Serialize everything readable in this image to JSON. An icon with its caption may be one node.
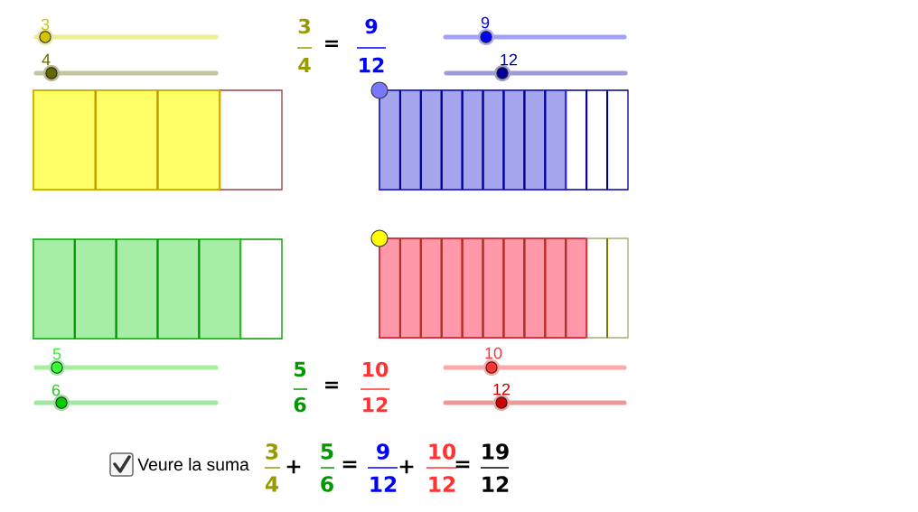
{
  "diagram": {
    "labels": [
      "3",
      "4",
      "3",
      "4",
      "=",
      "9",
      "12",
      "9",
      "12",
      "5",
      "6",
      "5",
      "6",
      "=",
      "10",
      "12",
      "10",
      "12",
      "Veure la suma",
      "3",
      "4",
      "+",
      "5",
      "6",
      "=",
      "9",
      "12",
      "+",
      "10",
      "12",
      "=",
      "19",
      "12"
    ]
  }
}
